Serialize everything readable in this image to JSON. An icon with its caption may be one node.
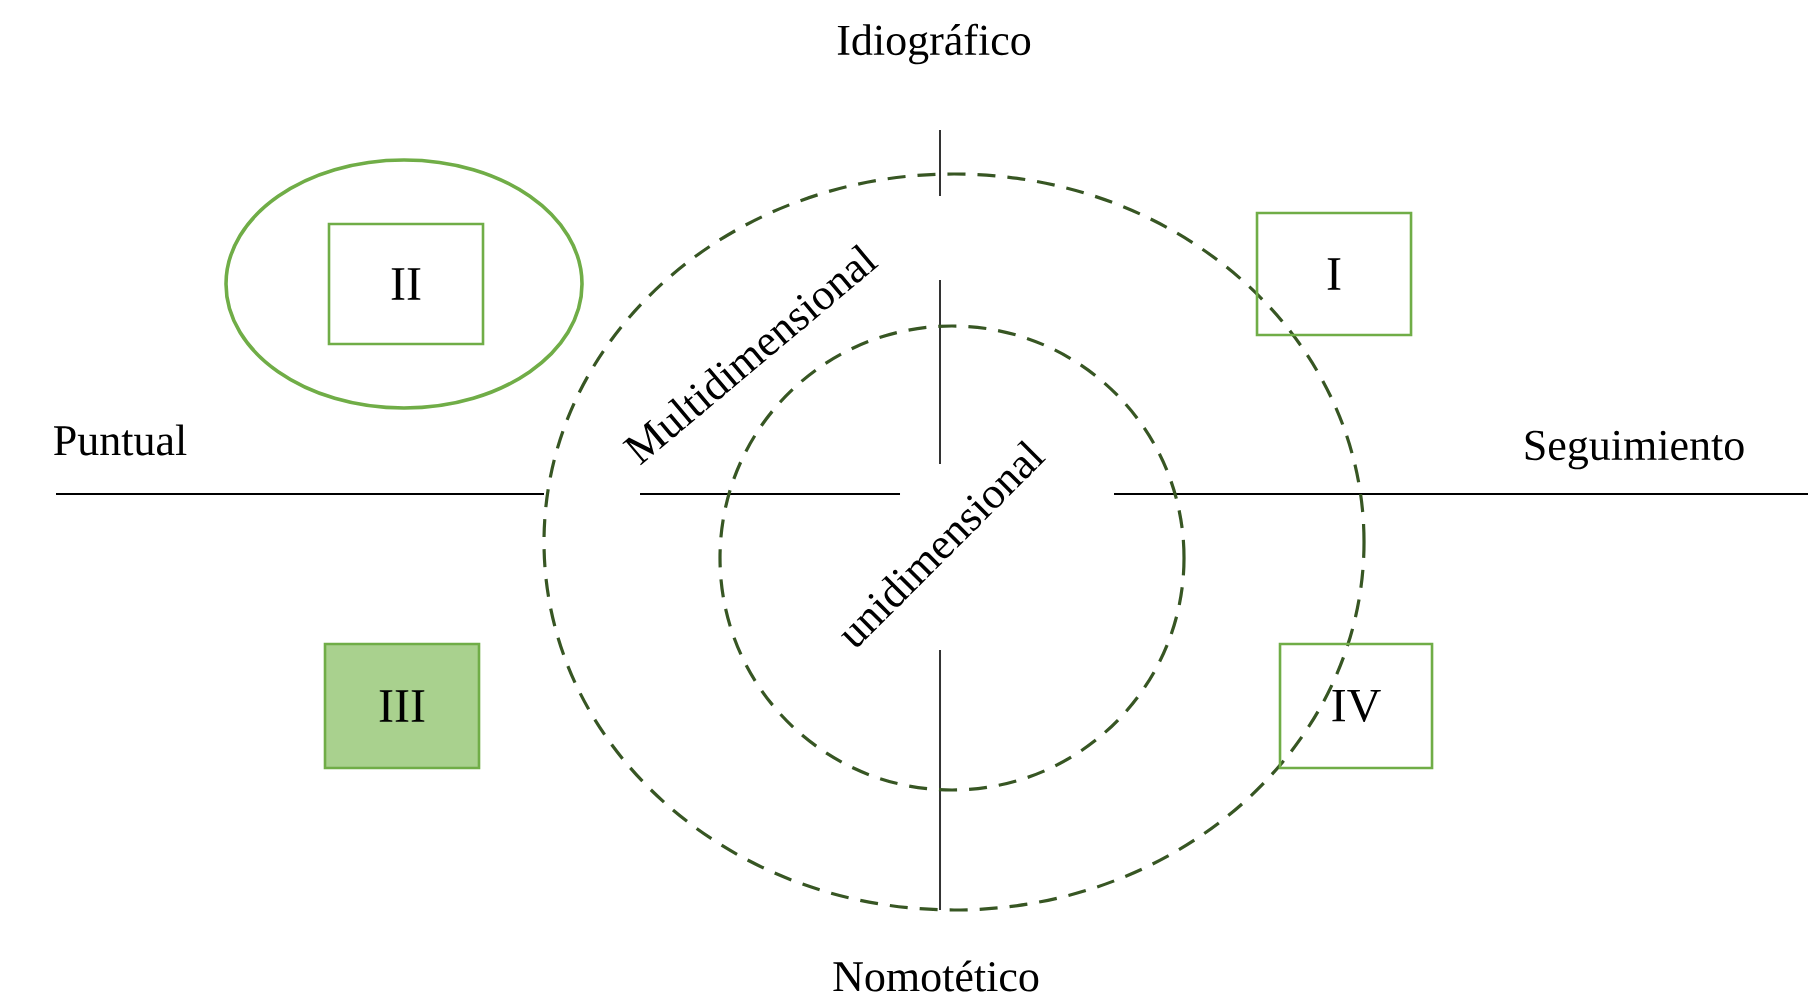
{
  "diagram": {
    "nodes": [
      {
        "text": [],
        "shape": "ellipse"
      },
      {
        "text": [
          "II"
        ],
        "in": 0
      },
      {
        "text": [
          "I"
        ]
      },
      {
        "text": [
          "III"
        ]
      },
      {
        "text": [
          "IV"
        ]
      }
    ],
    "labels": [
      "Idiográfico",
      "Puntual",
      "Multidimensional",
      "Seguimiento",
      "unidimensional",
      "Nomotético"
    ]
  }
}
